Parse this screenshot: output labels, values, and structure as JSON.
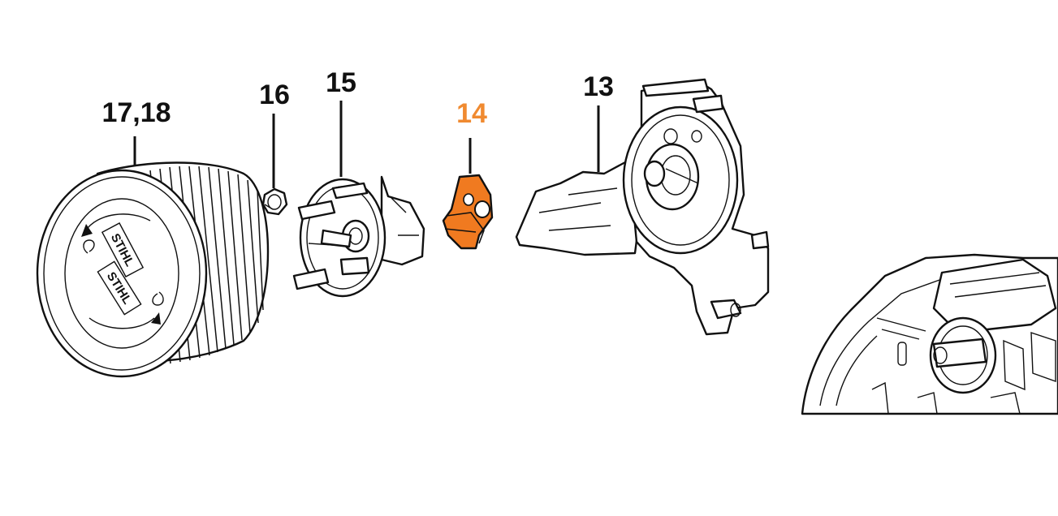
{
  "callouts": [
    {
      "id": "17-18",
      "label": "17,18",
      "highlighted": false
    },
    {
      "id": "16",
      "label": "16",
      "highlighted": false
    },
    {
      "id": "15",
      "label": "15",
      "highlighted": false
    },
    {
      "id": "14",
      "label": "14",
      "highlighted": true
    },
    {
      "id": "13",
      "label": "13",
      "highlighted": false
    }
  ],
  "brand": {
    "logo_text": "STIHL"
  },
  "colors": {
    "highlight": "#f08a30",
    "highlight_part_fill": "#f07a20",
    "line": "#111111",
    "background": "#ffffff"
  }
}
